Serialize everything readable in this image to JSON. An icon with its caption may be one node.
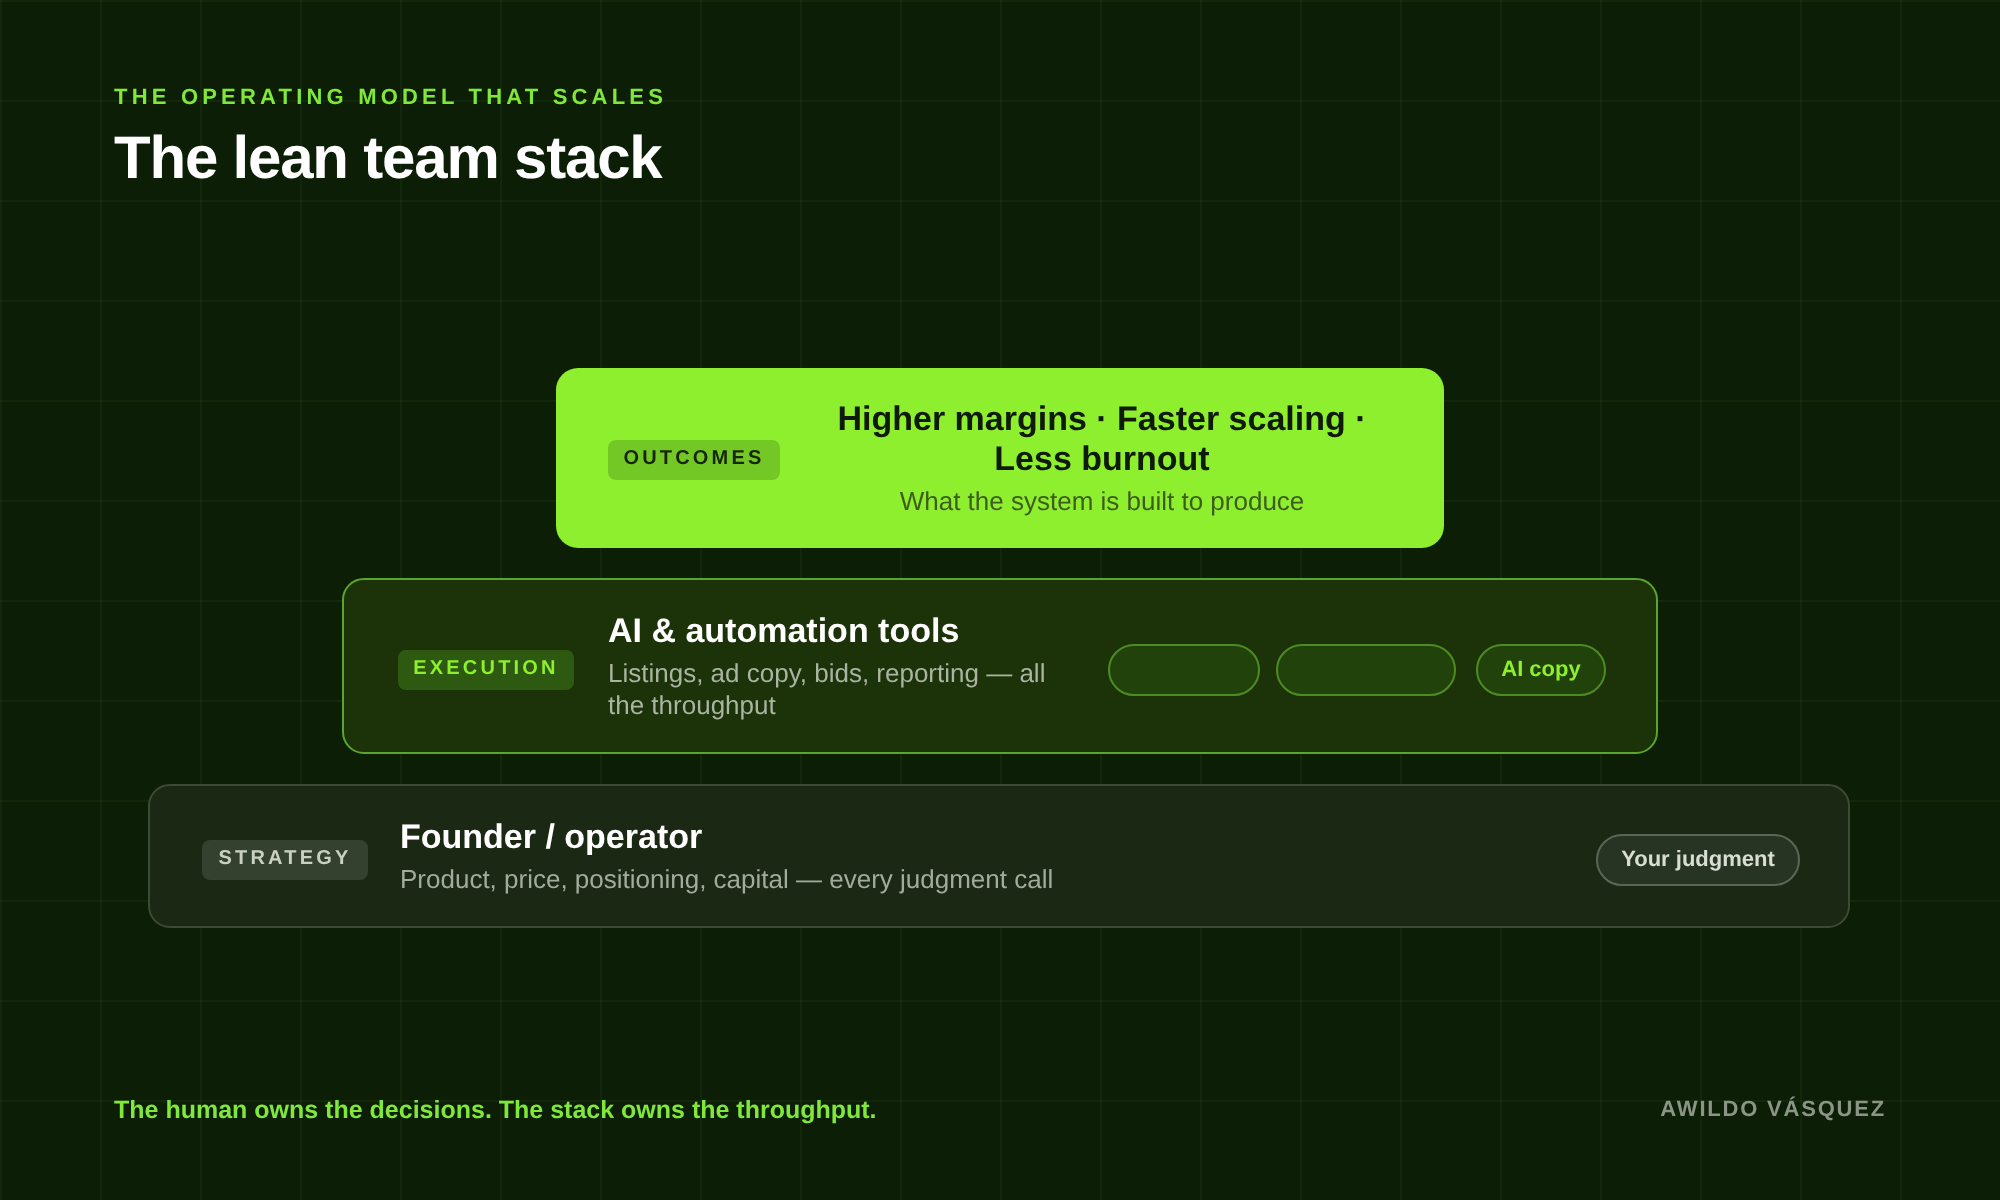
{
  "diagram": {
    "title": "The lean team stack",
    "caption": "The human owns the decisions. The stack owns the throughput.",
    "nodes": [
      {
        "text": [
          "Higher margins · Faster scaling · Less burnout",
          "What the system is built to produce"
        ]
      },
      {
        "text": [
          "OUTCOMES"
        ],
        "in": 0
      },
      {
        "text": [
          "AI & automation tools",
          "Listings, ad copy, bids, reporting — all the throughput"
        ]
      },
      {
        "text": [
          "EXECUTION"
        ],
        "in": 2
      },
      {
        "text": [],
        "shape": "box",
        "in": 2
      },
      {
        "text": [],
        "shape": "box",
        "in": 2
      },
      {
        "text": [
          "AI copy"
        ],
        "in": 2
      },
      {
        "text": [
          "Founder / operator",
          "Product, price, positioning, capital — every judgment call"
        ]
      },
      {
        "text": [
          "STRATEGY"
        ],
        "in": 7
      },
      {
        "text": [
          "Your judgment"
        ],
        "in": 7
      }
    ],
    "labels": [
      "THE OPERATING MODEL THAT SCALES",
      "AWILDO VÁSQUEZ"
    ]
  }
}
